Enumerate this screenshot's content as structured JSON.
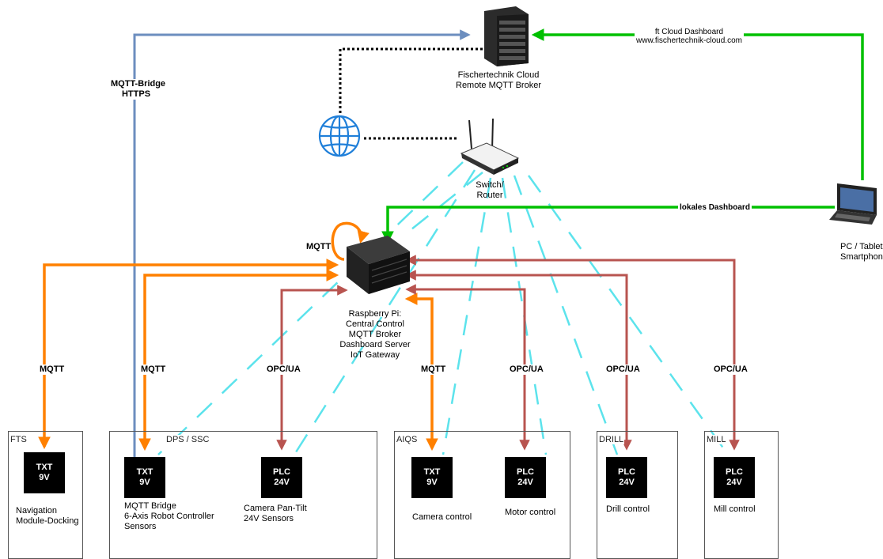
{
  "cloud": {
    "title": "Fischertechnik Cloud",
    "subtitle": "Remote MQTT Broker"
  },
  "cloud_dashboard": {
    "line1": "ft Cloud Dashboard",
    "line2": "www.fischertechnik-cloud.com"
  },
  "mqtt_bridge_label": {
    "line1": "MQTT-Bridge",
    "line2": "HTTPS"
  },
  "router": {
    "line1": "Switch/",
    "line2": "Router"
  },
  "local_dashboard": "lokales Dashboard",
  "pc": {
    "line1": "PC / Tablet",
    "line2": "Smartphone"
  },
  "loop_label": "MQTT",
  "raspberry": {
    "title": "Raspberry Pi:",
    "lines": [
      "Central Control",
      "MQTT Broker",
      "Dashboard Server",
      "IoT Gateway"
    ]
  },
  "link_labels": [
    "MQTT",
    "MQTT",
    "OPC/UA",
    "MQTT",
    "OPC/UA",
    "OPC/UA",
    "OPC/UA"
  ],
  "stations": [
    {
      "tag": "FTS"
    },
    {
      "tag": "DPS / SSC"
    },
    {
      "tag": "AIQS"
    },
    {
      "tag": "DRILL"
    },
    {
      "tag": "MILL"
    }
  ],
  "devices": [
    {
      "line1": "TXT",
      "line2": "9V",
      "desc": [
        "Navigation",
        "Module-Docking"
      ]
    },
    {
      "line1": "TXT",
      "line2": "9V",
      "desc": [
        "MQTT Bridge",
        "6-Axis Robot Controller",
        "Sensors"
      ]
    },
    {
      "line1": "PLC",
      "line2": "24V",
      "desc": [
        "Camera Pan-Tilt",
        "24V Sensors"
      ]
    },
    {
      "line1": "TXT",
      "line2": "9V",
      "desc": [
        "Camera control"
      ]
    },
    {
      "line1": "PLC",
      "line2": "24V",
      "desc": [
        "Motor control"
      ]
    },
    {
      "line1": "PLC",
      "line2": "24V",
      "desc": [
        "Drill control"
      ]
    },
    {
      "line1": "PLC",
      "line2": "24V",
      "desc": [
        "Mill control"
      ]
    }
  ],
  "colors": {
    "mqtt": "#ff8000",
    "opcua": "#b85450",
    "bridge": "#6c8ebf",
    "dashboard": "#00c000",
    "wifi": "#5ce3ec",
    "internet": "#000000"
  }
}
